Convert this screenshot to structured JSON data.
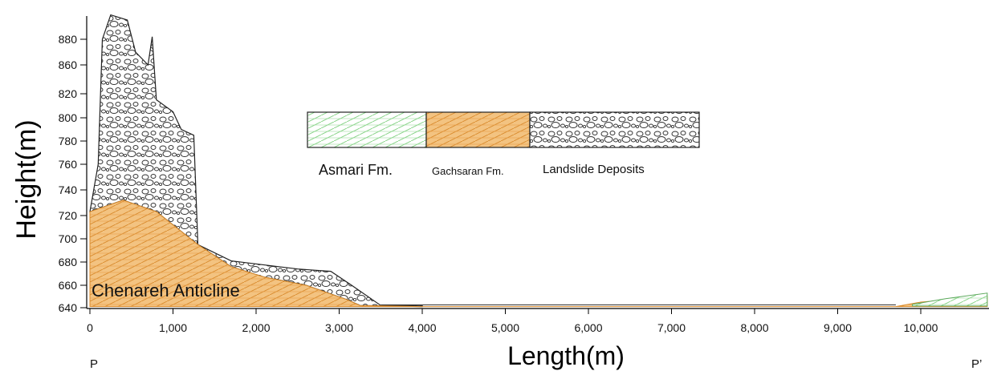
{
  "axes": {
    "ylabel": "Height(m)",
    "xlabel": "Length(m)",
    "y_ticks": [
      "640",
      "660",
      "680",
      "700",
      "720",
      "740",
      "760",
      "780",
      "800",
      "820",
      "860",
      "880"
    ],
    "x_ticks": [
      "0",
      "1,000",
      "2,000",
      "3,000",
      "4,000",
      "5,000",
      "6,000",
      "7,000",
      "8,000",
      "9,000",
      "10,000"
    ],
    "y_tick_values": [
      640,
      660,
      680,
      700,
      720,
      740,
      760,
      780,
      800,
      820,
      860,
      880
    ],
    "x_tick_values": [
      0,
      1000,
      2000,
      3000,
      4000,
      5000,
      6000,
      7000,
      8000,
      9000,
      10000
    ]
  },
  "profile_ends": {
    "start": "P",
    "end": "P’"
  },
  "feature_label": "Chenareh Anticline",
  "legend": {
    "asmari": "Asmari Fm.",
    "gachsaran": "Gachsaran Fm.",
    "landslide": "Landslide Deposits"
  },
  "colors": {
    "asmari_line": "#7dcf7d",
    "gachsaran_fill": "#f3c381",
    "gachsaran_line": "#d98a2b",
    "landslide_fill": "#ffffff",
    "outline": "#222222"
  },
  "chart_data": {
    "type": "area",
    "units": "m",
    "x_range": [
      0,
      10800
    ],
    "y_range": [
      640,
      900
    ],
    "layers": [
      {
        "name": "Gachsaran Fm.",
        "top_profile": [
          [
            0,
            723
          ],
          [
            400,
            732
          ],
          [
            800,
            723
          ],
          [
            1300,
            695
          ],
          [
            1700,
            676
          ],
          [
            2100,
            667
          ],
          [
            2600,
            660
          ],
          [
            3100,
            647
          ],
          [
            3250,
            642
          ],
          [
            4000,
            641
          ],
          [
            9700,
            641
          ],
          [
            10000,
            645
          ],
          [
            10800,
            650
          ]
        ]
      },
      {
        "name": "Landslide Deposits",
        "top_profile": [
          [
            0,
            723
          ],
          [
            100,
            760
          ],
          [
            150,
            880
          ],
          [
            250,
            899
          ],
          [
            450,
            895
          ],
          [
            550,
            870
          ],
          [
            700,
            860
          ],
          [
            750,
            882
          ],
          [
            800,
            815
          ],
          [
            1000,
            805
          ],
          [
            1100,
            790
          ],
          [
            1250,
            785
          ],
          [
            1300,
            695
          ],
          [
            1700,
            681
          ],
          [
            2500,
            674
          ],
          [
            2900,
            672
          ],
          [
            3150,
            660
          ],
          [
            3500,
            642
          ],
          [
            4000,
            642
          ]
        ]
      },
      {
        "name": "Asmari Fm.",
        "top_profile": [
          [
            9900,
            643
          ],
          [
            10300,
            648
          ],
          [
            10800,
            653
          ]
        ]
      }
    ]
  }
}
